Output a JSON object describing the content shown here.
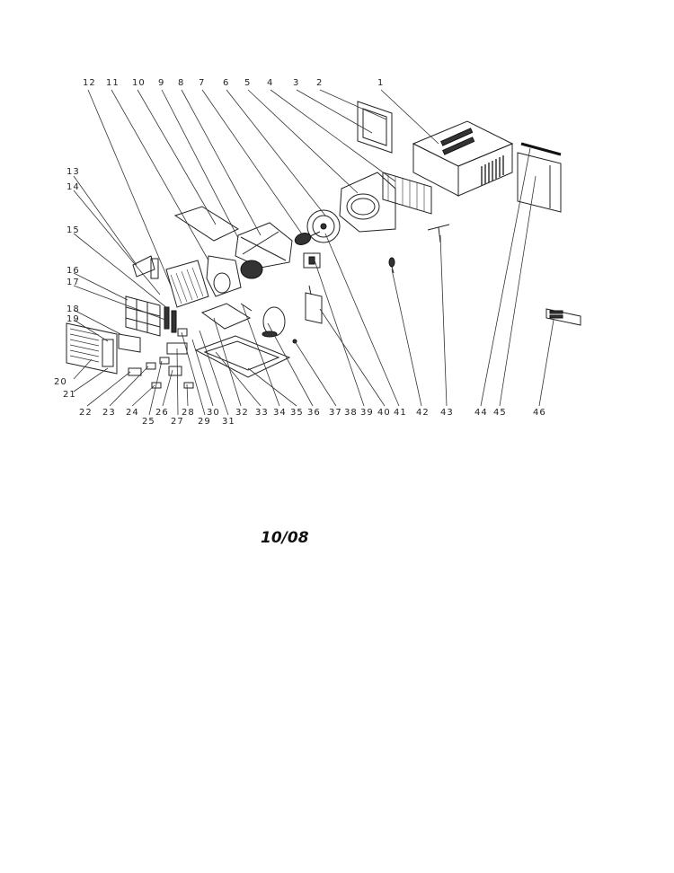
{
  "diagram": {
    "top_labels": [
      "12",
      "11",
      "10",
      "9",
      "8",
      "7",
      "6",
      "5",
      "4",
      "3",
      "2",
      "1"
    ],
    "left_labels": [
      "13",
      "14",
      "15",
      "16",
      "17",
      "18",
      "19",
      "20",
      "21"
    ],
    "bottom_labels": [
      "22",
      "23",
      "24",
      "25",
      "26",
      "27",
      "28",
      "29",
      "30",
      "31",
      "32",
      "33",
      "34",
      "35",
      "36",
      "37",
      "38",
      "39",
      "40",
      "41",
      "42",
      "43",
      "44",
      "45",
      "46"
    ],
    "date": "10/08"
  }
}
